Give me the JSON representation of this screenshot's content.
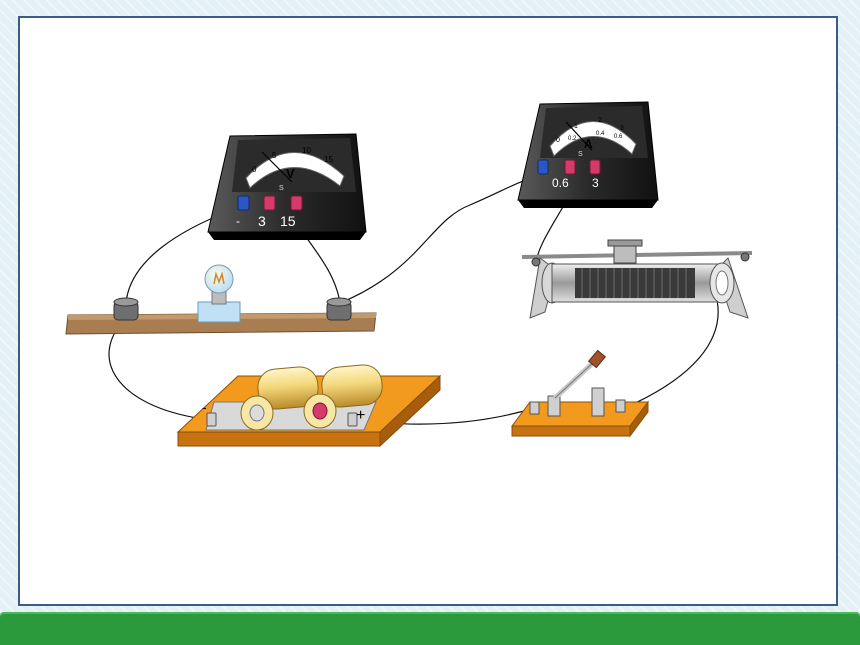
{
  "voltmeter": {
    "scale_labels": [
      "0",
      "5",
      "10",
      "15"
    ],
    "symbol": "V",
    "mode_mark": "S",
    "neg_mark": "-",
    "range_labels": [
      "3",
      "15"
    ]
  },
  "ammeter": {
    "scale_labels": [
      "0",
      "1",
      "2",
      "3"
    ],
    "inner_scale_labels": [
      "0.2",
      "0.4",
      "0.6"
    ],
    "symbol": "A",
    "mode_mark": "S",
    "range_labels": [
      "0.6",
      "3"
    ]
  },
  "battery": {
    "neg_sign": "-",
    "pos_sign": "+"
  },
  "colors": {
    "board": "#a87d52",
    "base_orange": "#f29a1e",
    "wire": "#111111",
    "frame_border": "#3b5c86",
    "footer": "#2a9a3c"
  }
}
